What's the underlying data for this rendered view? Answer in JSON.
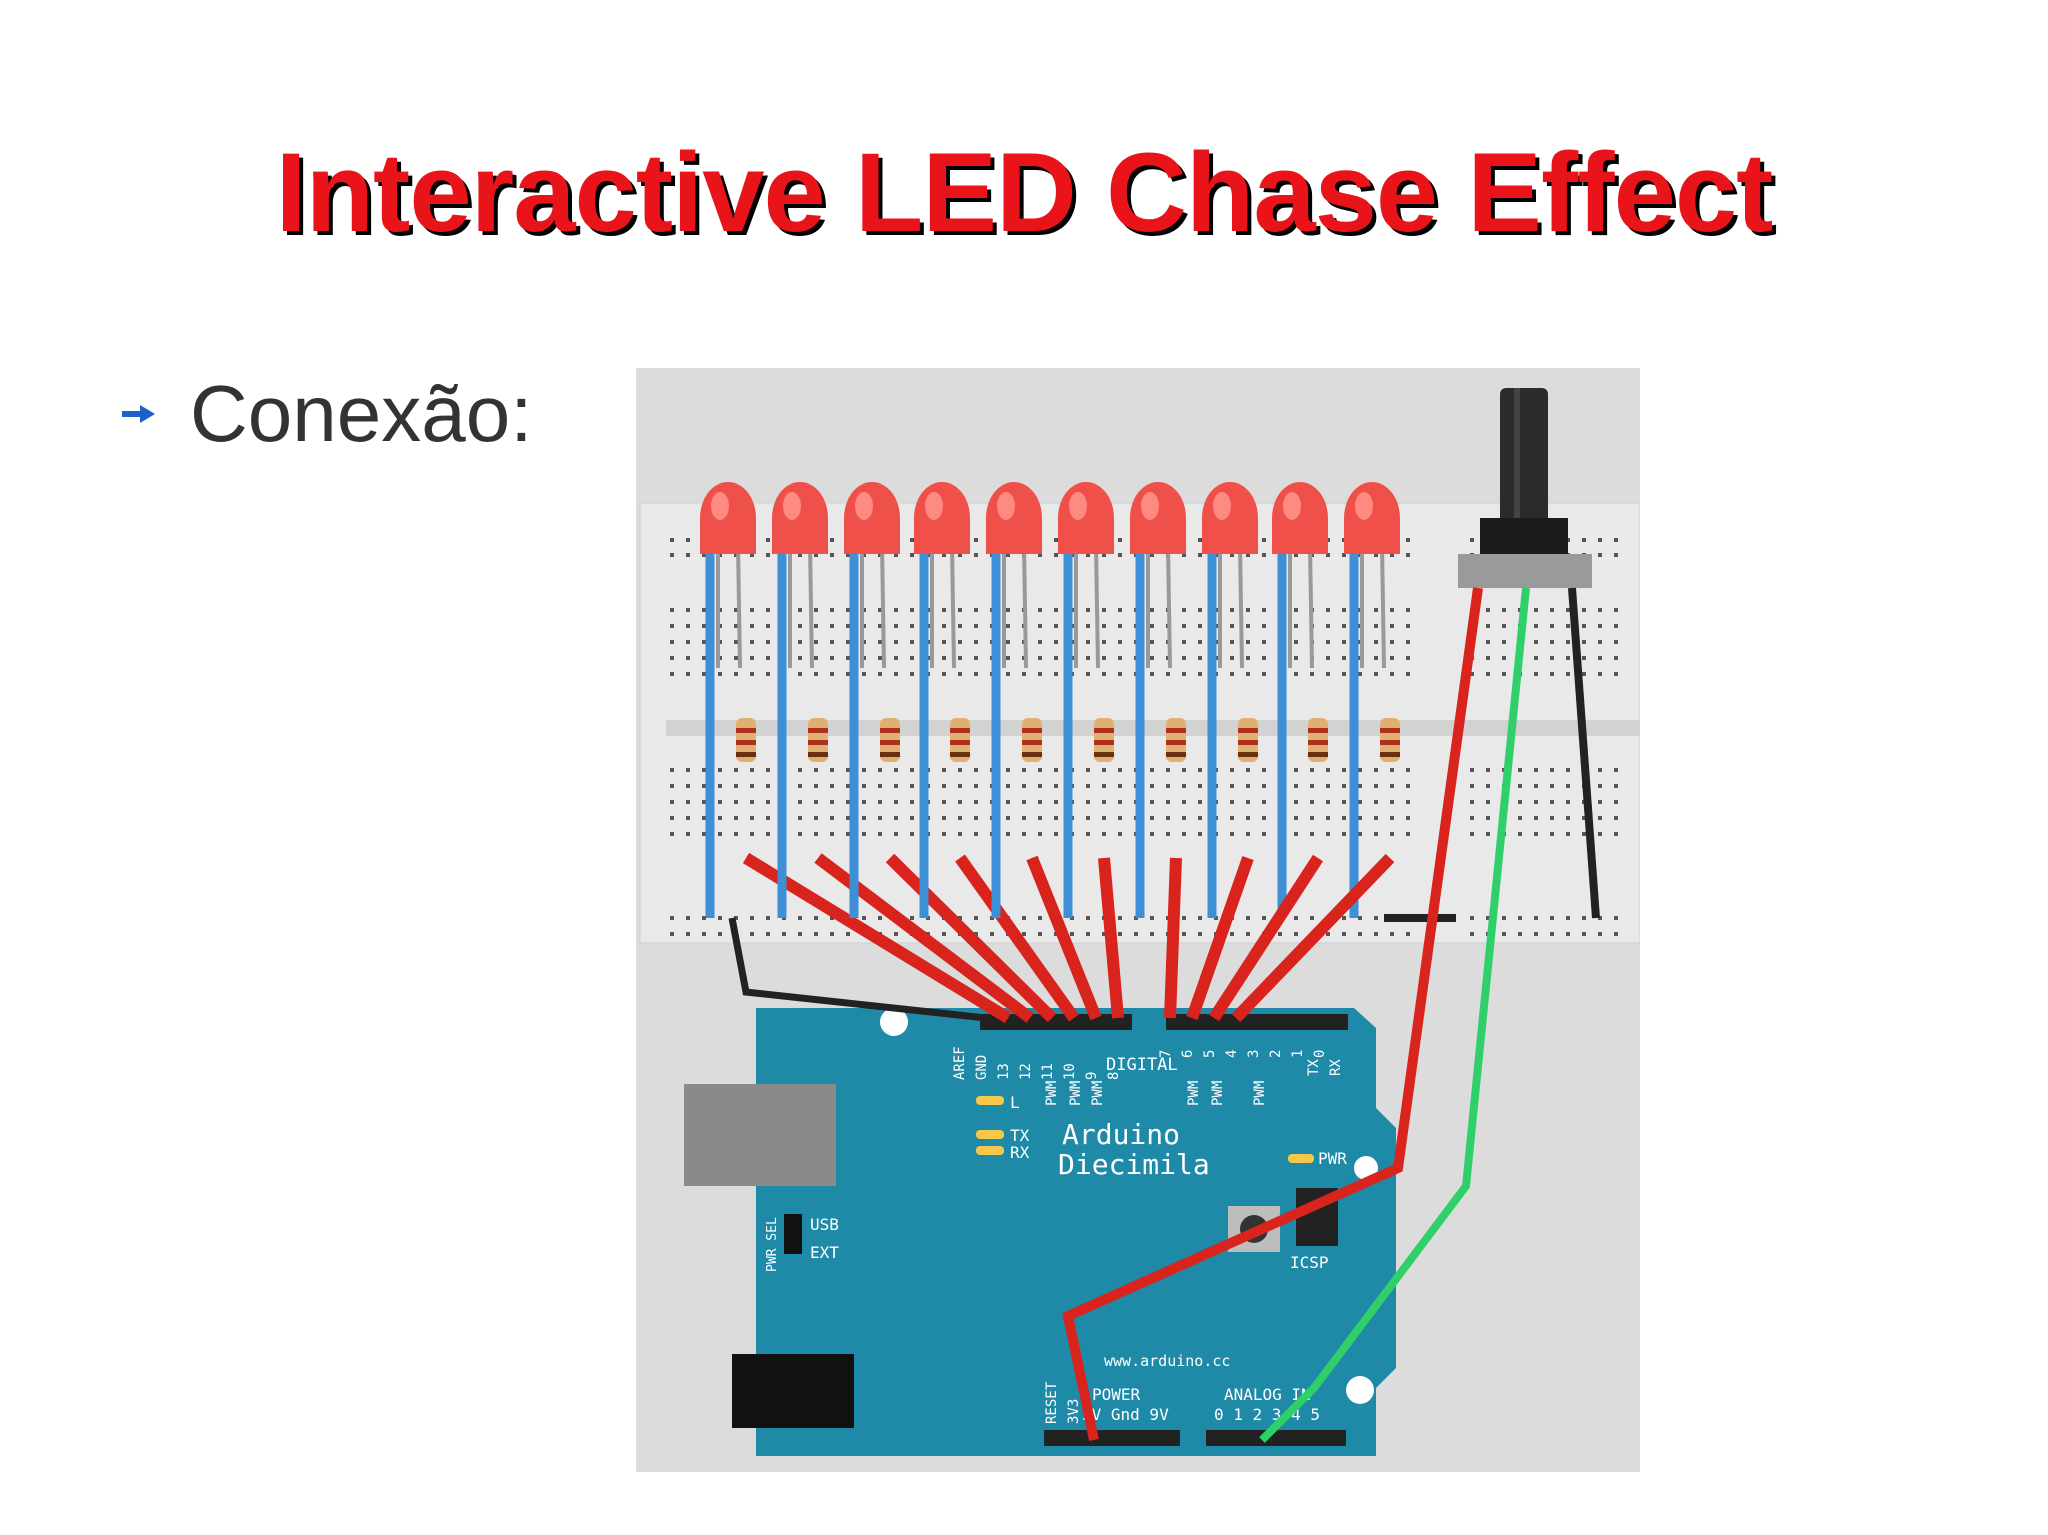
{
  "slide": {
    "title": "Interactive LED Chase Effect",
    "bullet": "Conexão:"
  },
  "board": {
    "header_left": [
      "AREF",
      "GND",
      "13",
      "12",
      "11",
      "10",
      "9",
      "8"
    ],
    "header_right": [
      "7",
      "6",
      "5",
      "4",
      "3",
      "2",
      "1",
      "0"
    ],
    "digital_label": "DIGITAL",
    "pwm_label": "PWM",
    "tx_pin": "TX",
    "rx_pin": "RX",
    "led_l": "L",
    "led_tx": "TX",
    "led_rx": "RX",
    "name_line1": "Arduino",
    "name_line2": "Diecimila",
    "pwr_led": "PWR",
    "pwr_sel": "PWR SEL",
    "usb": "USB",
    "ext": "EXT",
    "icsp": "ICSP",
    "url": "www.arduino.cc",
    "reset": "RESET",
    "v33": "3V3",
    "power_label": "POWER",
    "power_pins": "5V Gnd 9V",
    "analog_label": "ANALOG IN",
    "analog_pins": "0 1 2 3 4 5"
  },
  "colors": {
    "title": "#e8141a",
    "board": "#1f8aa8",
    "led": "#f0504a",
    "wire_red": "#d8241c",
    "wire_blue": "#3d8fd6",
    "wire_green": "#2fd06a",
    "wire_black": "#222222"
  },
  "icons": {
    "bullet": "arrow-right-icon"
  }
}
